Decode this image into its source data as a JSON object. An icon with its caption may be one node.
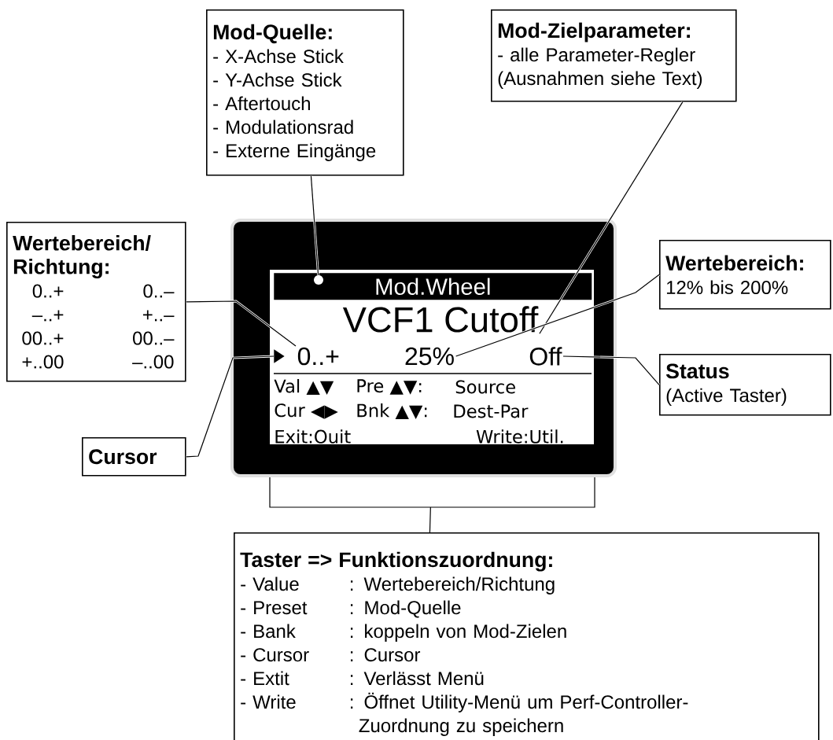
{
  "diagram": {
    "nodes": [
      {
        "text": [
          "Mod-Quelle:",
          "- X-Achse Stick",
          "- Y-Achse Stick",
          "- Aftertouch",
          "- Modulationsrad",
          "- Externe Eingänge"
        ]
      },
      {
        "text": [
          "Mod-Zielparameter:",
          "- alle Parameter-Regler",
          "(Ausnahmen siehe Text)"
        ]
      },
      {
        "text": [
          "Wertebereich/ Richtung:",
          "0..+",
          "0..–",
          "–..+",
          "+..–",
          "00..+",
          "00..–",
          "+..00",
          "–..00"
        ]
      },
      {
        "text": [
          "Wertebereich:",
          "12% bis 200%"
        ]
      },
      {
        "text": [],
        "shape": "box"
      },
      {
        "text": [
          "Mod.Wheel"
        ],
        "in": 4
      },
      {
        "text": [],
        "shape": "circle",
        "in": 5
      },
      {
        "text": [
          "VCF1 Cutoff"
        ],
        "in": 4
      },
      {
        "text": [],
        "shape": "triangle",
        "in": 4
      },
      {
        "text": [
          "0..+"
        ],
        "in": 4
      },
      {
        "text": [
          "25%"
        ],
        "in": 4
      },
      {
        "text": [
          "Off"
        ],
        "in": 4
      },
      {
        "text": [
          "Status",
          "(Active Taster)"
        ]
      },
      {
        "text": [
          "Cursor"
        ]
      },
      {
        "text": [
          "Taster => Funktionszuordnung:",
          "- Value",
          ": Wertebereich/Richtung",
          "- Preset",
          ": Mod-Quelle",
          "- Bank",
          ": koppeln von Mod-Zielen",
          "- Cursor",
          ": Cursor",
          "- Extit",
          ": Verlässt Menü",
          "- Write",
          ": Öffnet Utility-Menü um Perf-Controller-Zuordnung zu speichern"
        ]
      }
    ],
    "edges": [
      {
        "from": 0,
        "to": 6,
        "arrow": "none"
      },
      {
        "from": 1,
        "to": 7,
        "arrow": "none"
      },
      {
        "from": 2,
        "to": 9,
        "arrow": "none"
      },
      {
        "from": 3,
        "to": 10,
        "arrow": "none"
      },
      {
        "from": 12,
        "to": 11,
        "arrow": "none"
      },
      {
        "from": 13,
        "to": 8,
        "arrow": "none"
      },
      {
        "from": 14,
        "to": 4,
        "arrow": "none",
        "color": "#000000"
      }
    ],
    "labels": [
      "Val ▲▼",
      "Pre ▲▼:",
      "Source",
      "Cur ◀▶",
      "Bnk ▲▼:",
      "Dest-Par",
      "Exit:Ouit",
      "Write:Util."
    ]
  }
}
